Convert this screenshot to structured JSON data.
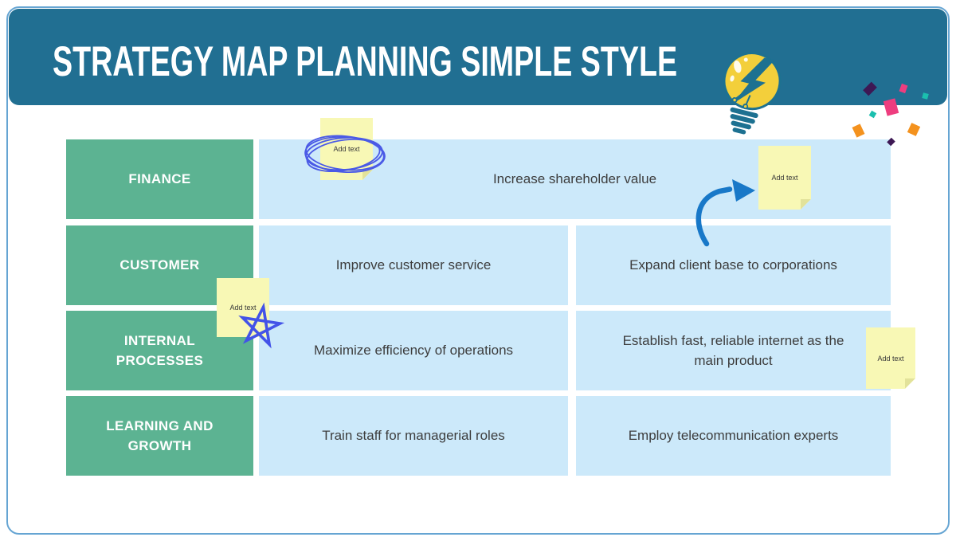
{
  "header": {
    "title": "STRATEGY MAP PLANNING SIMPLE STYLE"
  },
  "table": {
    "rows": [
      {
        "label": "FINANCE",
        "cells": [
          "Increase shareholder value"
        ]
      },
      {
        "label": "CUSTOMER",
        "cells": [
          "Improve customer service",
          "Expand client base to corporations"
        ]
      },
      {
        "label": "INTERNAL PROCESSES",
        "cells": [
          "Maximize efficiency of operations",
          "Establish fast, reliable internet as the main product"
        ]
      },
      {
        "label": "LEARNING AND GROWTH",
        "cells": [
          "Train staff for managerial roles",
          "Employ telecommunication experts"
        ]
      }
    ]
  },
  "sticky_notes": [
    {
      "label": "Add text"
    },
    {
      "label": "Add text"
    },
    {
      "label": "Add text"
    },
    {
      "label": "Add text"
    }
  ],
  "icons": {
    "lightbulb": "lightbulb-icon",
    "scribble": "scribble-circle-doodle",
    "star": "star-doodle",
    "arrow": "curved-arrow-doodle",
    "confetti": "confetti-icon"
  },
  "colors": {
    "header_bg": "#216f92",
    "frame_border": "#66a5d3",
    "label_cell_bg": "#5cb392",
    "content_cell_bg": "#cce9fa",
    "sticky_bg": "#f8f8b5",
    "cell_text": "#3d3d3d",
    "doodle_blue": "#4a5ae6",
    "arrow_blue": "#1878c8",
    "bulb_yellow": "#f3cf3b",
    "bulb_teal": "#1d7191",
    "confetti_pink": "#ee3d7f",
    "confetti_orange": "#f4921e",
    "confetti_teal": "#1bbfae",
    "confetti_purple": "#3d1854"
  }
}
